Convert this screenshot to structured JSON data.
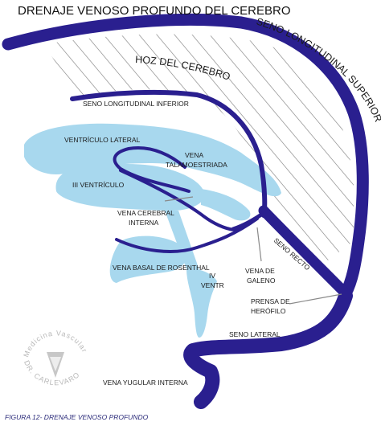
{
  "title": "DRENAJE VENOSO PROFUNDO DEL CEREBRO",
  "caption": "FIGURA 12- DRENAJE VENOSO PROFUNDO",
  "colors": {
    "vein": "#2a1f8f",
    "ventricle": "#a8d8ee",
    "hatch": "#9a9a9a",
    "pointer": "#8a8a8a"
  },
  "labels": {
    "seno_longitudinal_superior": "SENO LONGITUDINAL SUPERIOR",
    "hoz_del_cerebro": "HOZ DEL CEREBRO",
    "seno_longitudinal_inferior": "SENO LONGITUDINAL INFERIOR",
    "ventriculo_lateral": "VENTRÍCULO LATERAL",
    "vena_talamoestriada_1": "VENA",
    "vena_talamoestriada_2": "TALAMOESTRIADA",
    "iii_ventriculo": "III VENTRÍCULO",
    "vena_cerebral_interna_1": "VENA CEREBRAL",
    "vena_cerebral_interna_2": "INTERNA",
    "seno_recto": "SENO RECTO",
    "vena_basal_rosenthal": "VENA BASAL DE ROSENTHAL",
    "iv_ventr_1": "IV",
    "iv_ventr_2": "VENTR",
    "vena_de_galeno_1": "VENA DE",
    "vena_de_galeno_2": "GALENO",
    "prensa_herofilo_1": "PRENSA DE",
    "prensa_herofilo_2": "HERÓFILO",
    "seno_lateral": "SENO LATERAL",
    "vena_yugular_interna": "VENA YUGULAR INTERNA"
  },
  "watermark": {
    "top": "Medicina Vascular",
    "bottom": "DR. CARLEVARO"
  }
}
